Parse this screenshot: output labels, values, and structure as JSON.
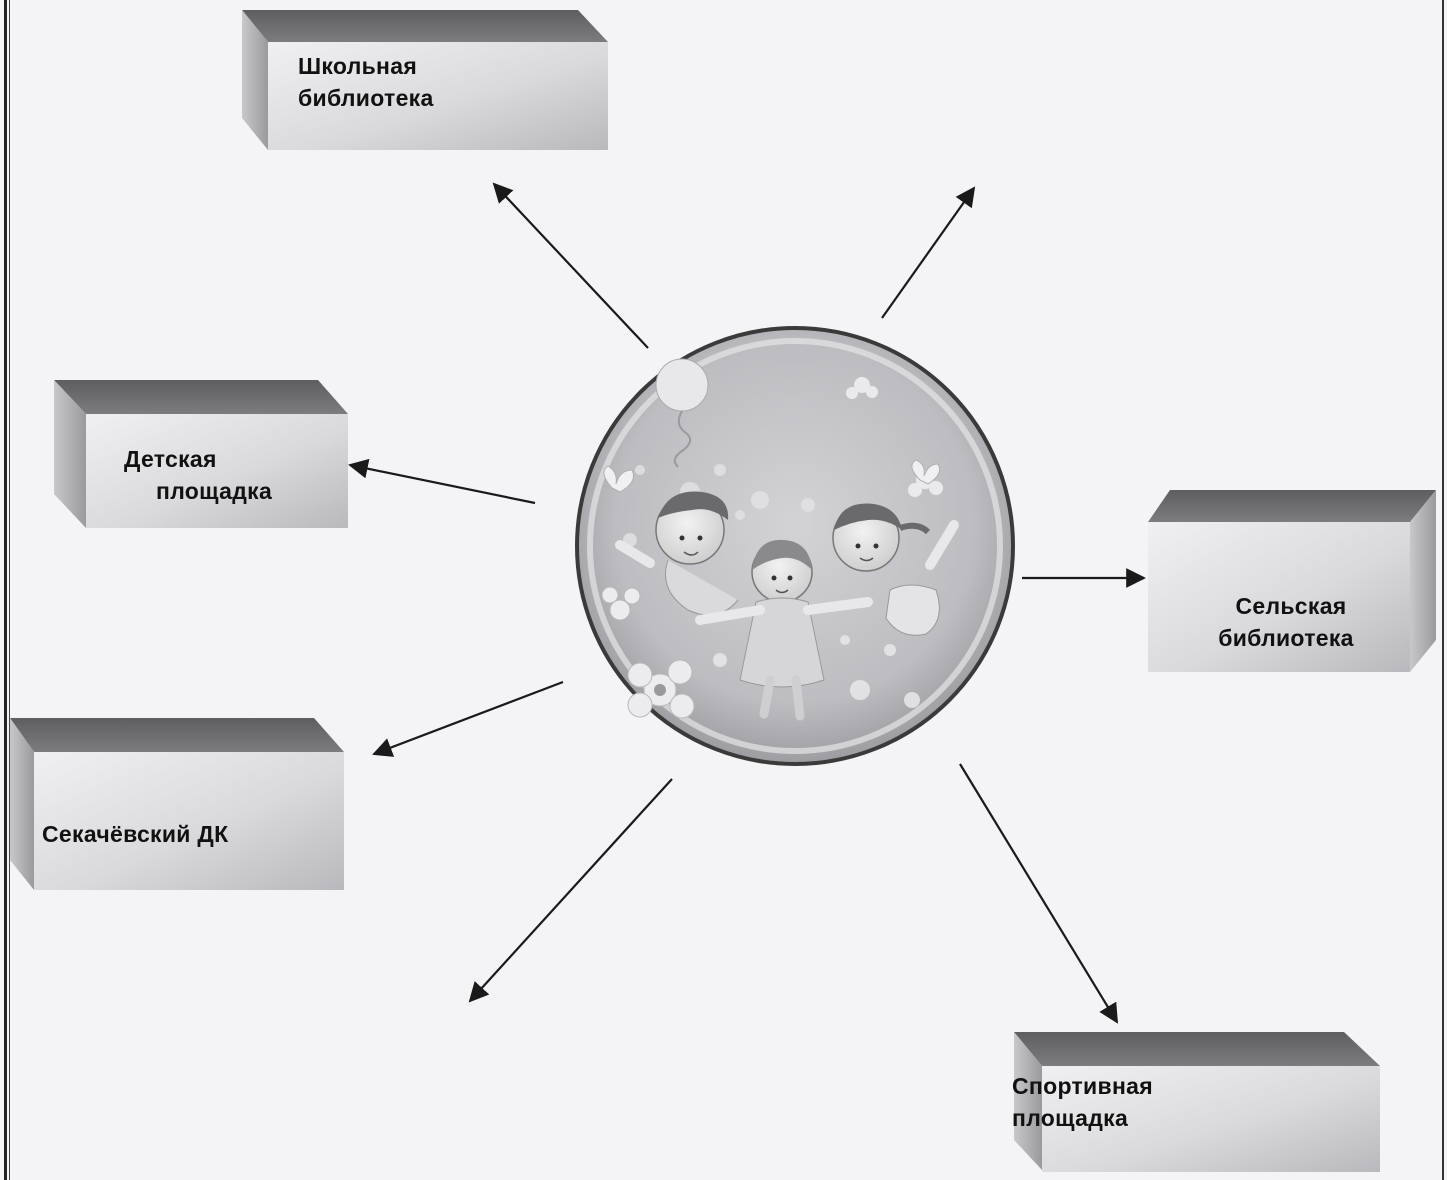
{
  "boxes": {
    "school_library": {
      "line1": "Школьная",
      "line2": "библиотека"
    },
    "kids_playground": {
      "line1": "Детская",
      "line2": "площадка"
    },
    "village_library": {
      "line1": "Сельская",
      "line2": "библиотека"
    },
    "dk": {
      "line1": "Секачёвский ДК"
    },
    "sports_ground": {
      "line1": "Спортивная",
      "line2": "площадка"
    }
  },
  "colors": {
    "box_top": "#6e6e70",
    "box_side": "#a5a5a8",
    "box_front_light": "#ebebed",
    "box_front_dark": "#bfbfc2",
    "arrow": "#1a1a1a",
    "circle_border": "#3a3a3a"
  },
  "icons": {
    "center_image": "children-dancing-in-bubble-illustration"
  }
}
